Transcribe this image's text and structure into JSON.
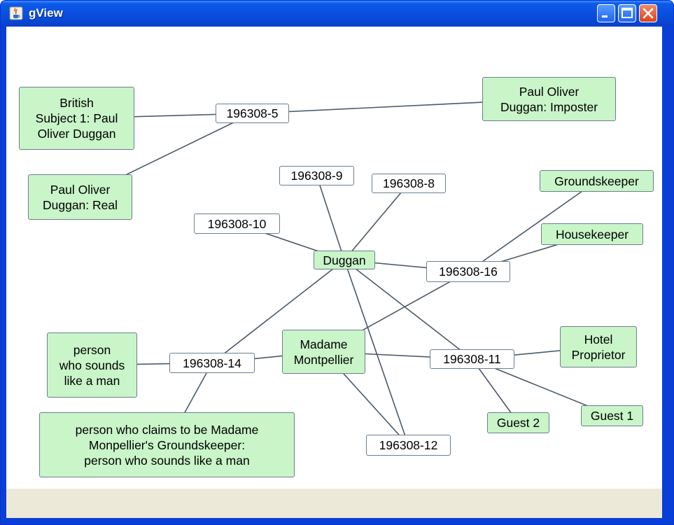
{
  "window": {
    "title": "gView",
    "icon": "java-cup-icon",
    "controls": [
      "minimize-icon",
      "maximize-icon",
      "close-icon"
    ]
  },
  "colors": {
    "concept_fill": "#c9f5c9",
    "event_fill": "#ffffff",
    "node_border": "#6b7f8e",
    "edge": "#4a5a68",
    "titlebar": "#0a4fe0",
    "status_bar": "#ece9d8"
  },
  "graph": {
    "nodes": [
      {
        "id": "british",
        "type": "concept",
        "label": "British\nSubject 1: Paul\nOliver Duggan"
      },
      {
        "id": "e5",
        "type": "event",
        "label": "196308-5"
      },
      {
        "id": "imposter",
        "type": "concept",
        "label": "Paul Oliver\nDuggan: Imposter"
      },
      {
        "id": "real",
        "type": "concept",
        "label": "Paul Oliver\nDuggan: Real"
      },
      {
        "id": "e9",
        "type": "event",
        "label": "196308-9"
      },
      {
        "id": "e8",
        "type": "event",
        "label": "196308-8"
      },
      {
        "id": "grounds",
        "type": "concept",
        "label": "Groundskeeper"
      },
      {
        "id": "e10",
        "type": "event",
        "label": "196308-10"
      },
      {
        "id": "house",
        "type": "concept",
        "label": "Housekeeper"
      },
      {
        "id": "duggan",
        "type": "concept",
        "label": "Duggan"
      },
      {
        "id": "e16",
        "type": "event",
        "label": "196308-16"
      },
      {
        "id": "person",
        "type": "concept",
        "label": "person\nwho sounds\nlike a man"
      },
      {
        "id": "e14",
        "type": "event",
        "label": "196308-14"
      },
      {
        "id": "madame",
        "type": "concept",
        "label": "Madame\nMontpellier"
      },
      {
        "id": "e11",
        "type": "event",
        "label": "196308-11"
      },
      {
        "id": "hotel",
        "type": "concept",
        "label": "Hotel\nProprietor"
      },
      {
        "id": "claims",
        "type": "concept",
        "label": "person who claims to be Madame\nMonpellier's Groundskeeper:\nperson who sounds like a man"
      },
      {
        "id": "guest2",
        "type": "concept",
        "label": "Guest 2"
      },
      {
        "id": "guest1",
        "type": "concept",
        "label": "Guest 1"
      },
      {
        "id": "e12",
        "type": "event",
        "label": "196308-12"
      }
    ],
    "edges": [
      [
        "british",
        "e5"
      ],
      [
        "e5",
        "imposter"
      ],
      [
        "e5",
        "real"
      ],
      [
        "e9",
        "duggan"
      ],
      [
        "e8",
        "duggan"
      ],
      [
        "e10",
        "duggan"
      ],
      [
        "duggan",
        "e16"
      ],
      [
        "grounds",
        "e16"
      ],
      [
        "house",
        "e16"
      ],
      [
        "madame",
        "e16"
      ],
      [
        "duggan",
        "e14"
      ],
      [
        "duggan",
        "e11"
      ],
      [
        "duggan",
        "e12"
      ],
      [
        "person",
        "e14"
      ],
      [
        "e14",
        "madame"
      ],
      [
        "e14",
        "claims"
      ],
      [
        "madame",
        "e11"
      ],
      [
        "madame",
        "e12"
      ],
      [
        "e11",
        "hotel"
      ],
      [
        "e11",
        "guest2"
      ],
      [
        "e11",
        "guest1"
      ]
    ]
  }
}
